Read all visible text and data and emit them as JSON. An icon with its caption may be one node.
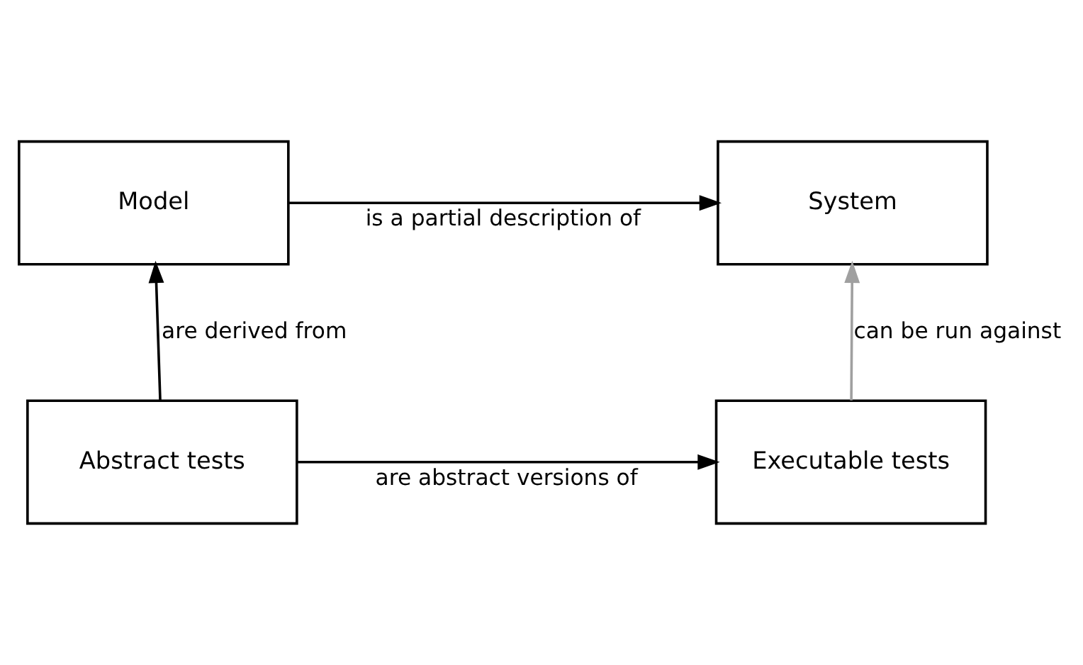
{
  "diagram": {
    "nodes": [
      {
        "text": [
          "Model"
        ]
      },
      {
        "text": [
          "System"
        ]
      },
      {
        "text": [
          "Abstract tests"
        ]
      },
      {
        "text": [
          "Executable tests"
        ]
      }
    ],
    "edges": [
      {
        "from": 0,
        "to": 1,
        "arrow": "to",
        "label": "is a partial description of"
      },
      {
        "from": 2,
        "to": 0,
        "arrow": "to",
        "label": "are derived from"
      },
      {
        "from": 3,
        "to": 1,
        "arrow": "to",
        "label": "can be run against",
        "color": "#a0a0a0"
      },
      {
        "from": 2,
        "to": 3,
        "arrow": "to",
        "label": "are abstract versions of"
      }
    ]
  }
}
